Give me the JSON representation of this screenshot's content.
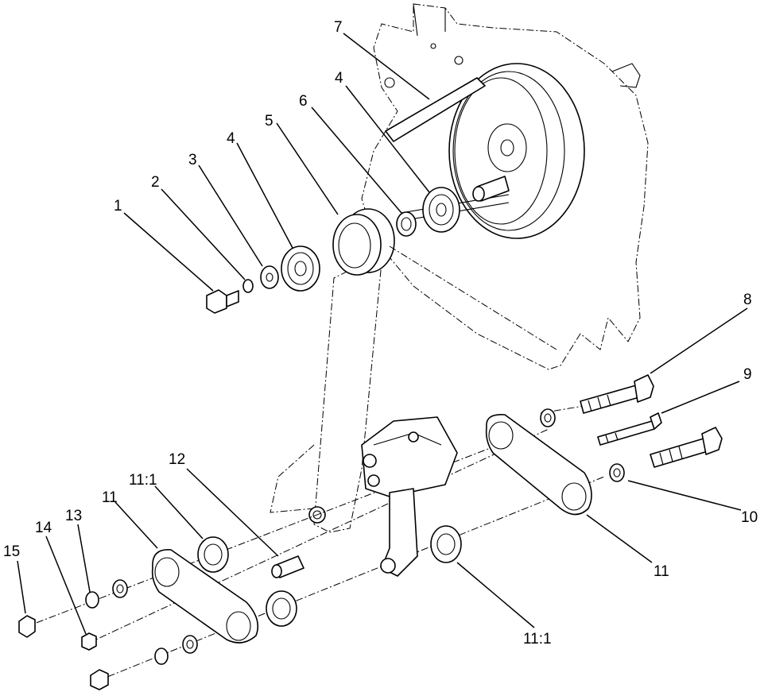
{
  "callouts": [
    {
      "id": "c1",
      "label": "1"
    },
    {
      "id": "c2",
      "label": "2"
    },
    {
      "id": "c3",
      "label": "3"
    },
    {
      "id": "c4a",
      "label": "4"
    },
    {
      "id": "c5",
      "label": "5"
    },
    {
      "id": "c6",
      "label": "6"
    },
    {
      "id": "c4b",
      "label": "4"
    },
    {
      "id": "c7",
      "label": "7"
    },
    {
      "id": "c8",
      "label": "8"
    },
    {
      "id": "c9",
      "label": "9"
    },
    {
      "id": "c10",
      "label": "10"
    },
    {
      "id": "c11a",
      "label": "11"
    },
    {
      "id": "c11b",
      "label": "11"
    },
    {
      "id": "c11_1a",
      "label": "11:1"
    },
    {
      "id": "c11_1b",
      "label": "11:1"
    },
    {
      "id": "c12",
      "label": "12"
    },
    {
      "id": "c13",
      "label": "13"
    },
    {
      "id": "c14",
      "label": "14"
    },
    {
      "id": "c15",
      "label": "15"
    }
  ]
}
